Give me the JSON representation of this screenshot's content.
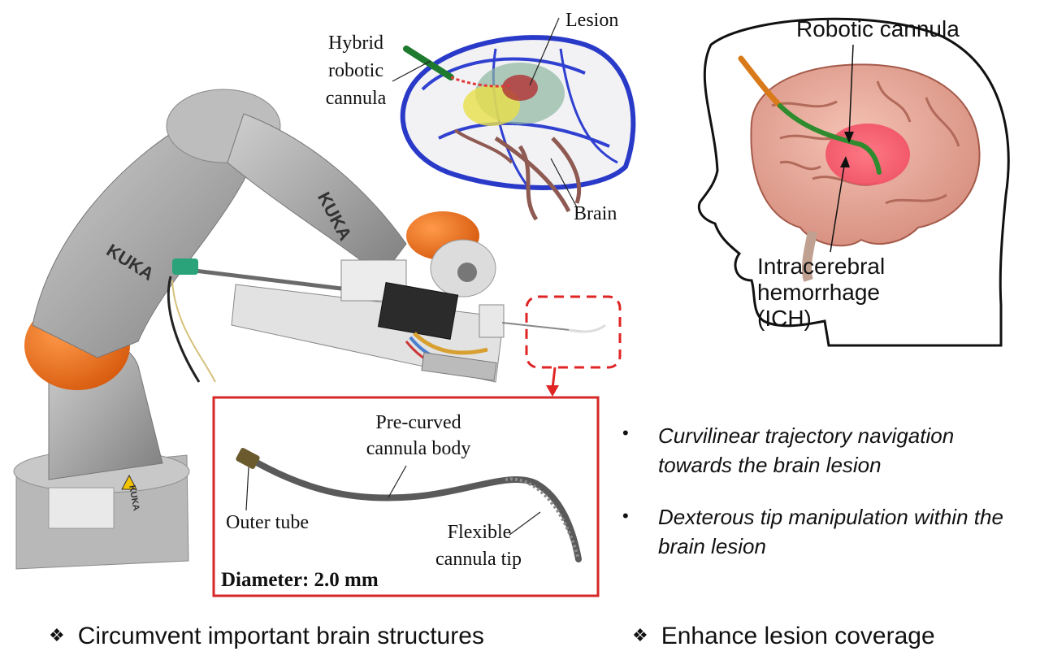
{
  "robot": {
    "brand_label_1": "KUKA",
    "brand_label_2": "KUKA",
    "brand_label_3": "KUKA"
  },
  "brain_3d": {
    "cannula_label": "Hybrid\nrobotic\ncannula",
    "cannula_line1": "Hybrid",
    "cannula_line2": "robotic",
    "cannula_line3": "cannula",
    "lesion_label": "Lesion",
    "brain_label": "Brain"
  },
  "head_diagram": {
    "cannula_label": "Robotic cannula",
    "ich_line1": "Intracerebral",
    "ich_line2": "hemorrhage",
    "ich_line3": "(ICH)"
  },
  "inset": {
    "body_line1": "Pre-curved",
    "body_line2": "cannula body",
    "outer_tube_label": "Outer tube",
    "tip_line1": "Flexible",
    "tip_line2": "cannula tip",
    "diameter_label": "Diameter: 2.0 mm"
  },
  "bullets": [
    {
      "text": "Curvilinear trajectory navigation towards the brain lesion"
    },
    {
      "text": "Dexterous tip manipulation within the brain lesion"
    }
  ],
  "bottom": {
    "item1": "Circumvent important brain structures",
    "item2": "Enhance lesion coverage",
    "marker": "❖"
  },
  "colors": {
    "robot_gray": "#a9a9a9",
    "robot_orange": "#ea6a1a",
    "inset_border": "#d62828",
    "lesion_red": "#ff5a6e",
    "brain_pink": "#e8a89a",
    "cannula_green": "#2e8b2e"
  }
}
